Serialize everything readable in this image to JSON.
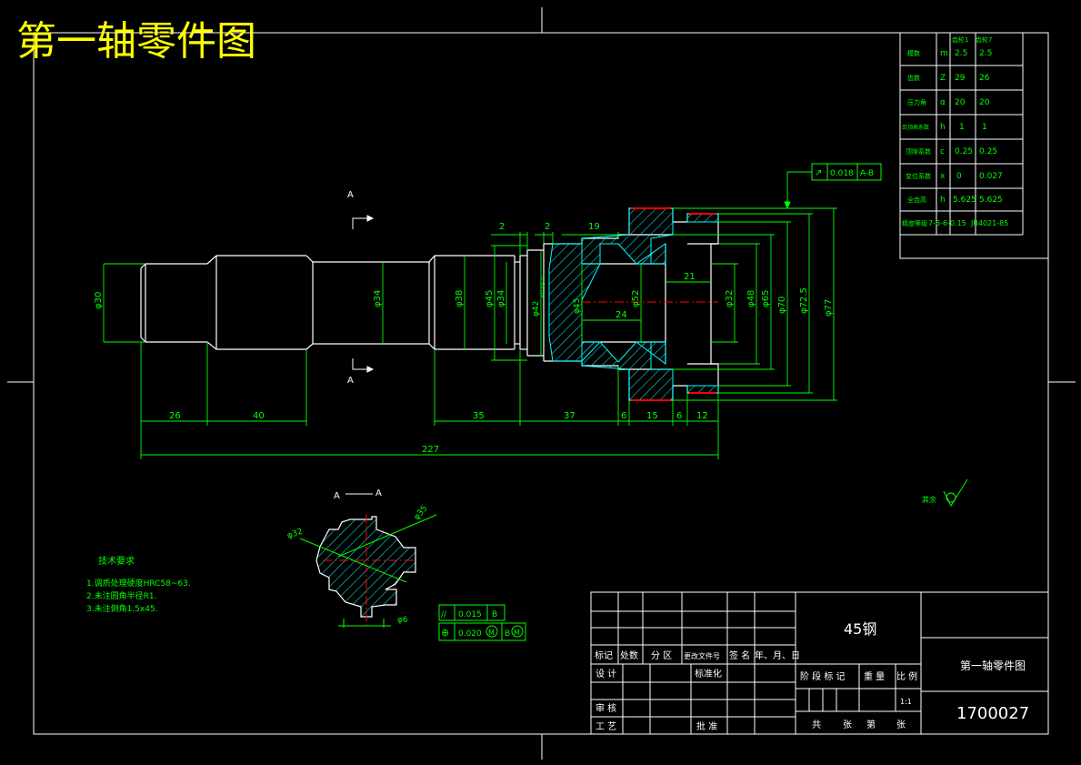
{
  "title": "第一轴零件图",
  "section_label": {
    "a_top": "A",
    "a_bottom": "A",
    "aa_left": "A",
    "aa_right": "A"
  },
  "dimensions": {
    "d30": "φ30",
    "d34a": "φ34",
    "d38": "φ38",
    "d45": "φ45",
    "d34b": "φ34",
    "d42": "φ42",
    "d42tol": "+0.05 0",
    "d45b": "φ45",
    "d52": "φ52",
    "d32": "φ32",
    "d48": "φ48",
    "d65": "φ65",
    "d70": "φ70",
    "d725": "φ72.5",
    "d77": "φ77",
    "top2a": "2",
    "top2b": "2",
    "top19": "19",
    "w21": "21",
    "w24": "24",
    "b26": "26",
    "b40": "40",
    "b35": "35",
    "b37": "37",
    "b6a": "6",
    "b15": "15",
    "b6b": "6",
    "b12": "12",
    "total": "227",
    "spline_d32": "φ32",
    "spline_d35": "φ35",
    "spline_d6": "φ6"
  },
  "tolerance_frames": {
    "runout": {
      "symbol": "↗",
      "value": "0.018",
      "datum": "A-B"
    },
    "parallel": {
      "symbol": "//",
      "value": "0.015",
      "datum": "B"
    },
    "position": {
      "symbol": "⊕",
      "value": "0.020",
      "m1": "M",
      "datum": "B",
      "m2": "M"
    }
  },
  "gear_table": {
    "col1": "齿轮1",
    "col2": "齿轮7",
    "rows": [
      {
        "name": "模数",
        "sym": "m",
        "v1": "2.5",
        "v2": "2.5"
      },
      {
        "name": "齿数",
        "sym": "Z",
        "v1": "29",
        "v2": "26"
      },
      {
        "name": "压力角",
        "sym": "α",
        "v1": "20",
        "v2": "20"
      },
      {
        "name": "齿顶高系数",
        "sym": "h",
        "v1": "1",
        "v2": "1"
      },
      {
        "name": "顶隙系数",
        "sym": "c",
        "v1": "0.25",
        "v2": "0.25"
      },
      {
        "name": "变位系数",
        "sym": "x",
        "v1": "0",
        "v2": "0.027"
      },
      {
        "name": "全齿高",
        "sym": "h",
        "v1": "5.625",
        "v2": "5.625"
      },
      {
        "name": "精度等级",
        "sym": "",
        "v1": "7-6-6-0.15",
        "v2": "JB4021-85"
      }
    ]
  },
  "tech_req": {
    "heading": "技术要求",
    "lines": [
      "1.调质处理硬度HRC58~63.",
      "2.未注圆角半径R1.",
      "3.未注倒角1.5x45."
    ]
  },
  "roughness_label": "其余",
  "title_block": {
    "material": "45钢",
    "part_name": "第一轴零件图",
    "drawing_no": "1700027",
    "scale": "1:1",
    "h_biaoji": "标记",
    "h_chushu": "处数",
    "h_fenqu": "分 区",
    "h_genggai": "更改文件号",
    "h_qianming": "签 名",
    "h_date": "年、月、日",
    "sheji": "设 计",
    "biaozhunhua": "标准化",
    "shenhe": "审 核",
    "gongyi": "工 艺",
    "pizhun": "批 准",
    "jieduan": "阶 段 标 记",
    "zhongliang": "重 量",
    "bili": "比 例",
    "gong": "共",
    "zhang1": "张",
    "di": "第",
    "zhang2": "张"
  },
  "colors": {
    "frame": "#ffffff",
    "dim": "#00ff00",
    "outline": "#ffffff",
    "hatch": "#00ffff",
    "center": "#ff0000",
    "title": "#ffff00"
  }
}
